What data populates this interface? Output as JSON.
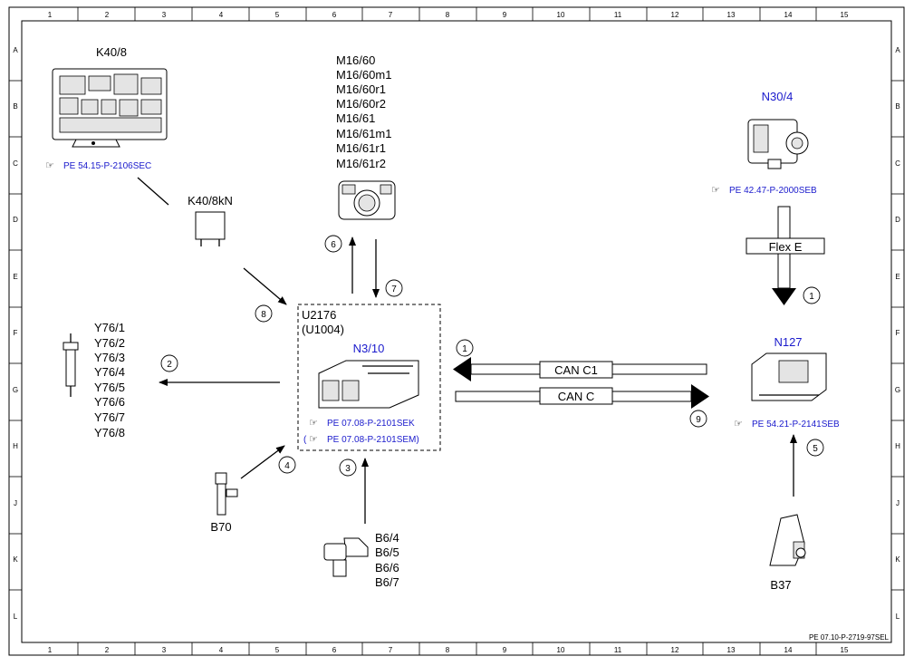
{
  "grid": {
    "cols": [
      "1",
      "2",
      "3",
      "4",
      "5",
      "6",
      "7",
      "8",
      "9",
      "10",
      "11",
      "12",
      "13",
      "14",
      "15"
    ],
    "rows": [
      "A",
      "B",
      "C",
      "D",
      "E",
      "F",
      "G",
      "H",
      "J",
      "K",
      "L"
    ]
  },
  "components": {
    "k40_8": "K40/8",
    "k40_8kn": "K40/8kN",
    "m16": [
      "M16/60",
      "M16/60m1",
      "M16/60r1",
      "M16/60r2",
      "M16/61",
      "M16/61m1",
      "M16/61r1",
      "M16/61r2"
    ],
    "n30_4": "N30/4",
    "y76": [
      "Y76/1",
      "Y76/2",
      "Y76/3",
      "Y76/4",
      "Y76/5",
      "Y76/6",
      "Y76/7",
      "Y76/8"
    ],
    "u2176": "U2176",
    "u1004": "(U1004)",
    "n3_10": "N3/10",
    "n127": "N127",
    "b70": "B70",
    "b6": [
      "B6/4",
      "B6/5",
      "B6/6",
      "B6/7"
    ],
    "b37": "B37"
  },
  "refs": {
    "k40_8": "PE 54.15-P-2106SEC",
    "n30_4": "PE 42.47-P-2000SEB",
    "n3_10_a": "PE 07.08-P-2101SEK",
    "n3_10_b_open": "(",
    "n3_10_b": "PE 07.08-P-2101SEM)",
    "n127": "PE 54.21-P-2141SEB"
  },
  "buses": {
    "flex_e": "Flex E",
    "can_c1": "CAN C1",
    "can_c": "CAN C"
  },
  "steps": {
    "s1_top": "1",
    "s1_can": "1",
    "s2": "2",
    "s3": "3",
    "s4": "4",
    "s5": "5",
    "s6": "6",
    "s7": "7",
    "s8": "8",
    "s9": "9"
  },
  "footer": {
    "doc_id": "PE 07.10-P-2719-97SEL"
  },
  "colors": {
    "reference_blue": "#1a1acc",
    "line": "#000000"
  }
}
